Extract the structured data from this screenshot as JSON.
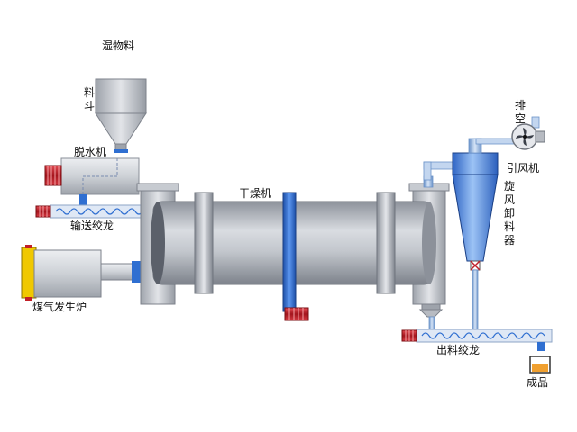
{
  "diagram": {
    "labels": {
      "wet_material": "湿物料",
      "hopper": "料斗",
      "dewatering_machine": "脱水机",
      "feed_screw": "输送绞龙",
      "dryer": "干燥机",
      "coal_gas_generator": "煤气发生炉",
      "exhaust": "排空",
      "induced_draft_fan": "引风机",
      "cyclone_unloader": "旋风卸料器",
      "discharge_screw": "出料绞龙",
      "product": "成品"
    },
    "icons": {
      "motor": "motor-icon",
      "fan": "fan-icon"
    },
    "colors": {
      "drum_gray": "#b7bbc2",
      "pipe_blue": "#2f6fd1",
      "motor_red": "#c0202a",
      "burner_yellow": "#f0c800",
      "product_orange": "#f0a030"
    }
  }
}
